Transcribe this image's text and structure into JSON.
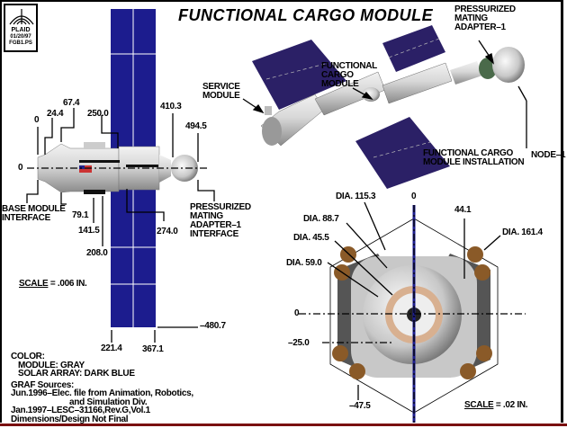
{
  "title": "FUNCTIONAL CARGO MODULE",
  "logo": {
    "name": "PLAID",
    "date": "01/20/97",
    "file": "FGB1.PS"
  },
  "side_view": {
    "dims_top": [
      "0",
      "24.4",
      "67.4",
      "250.0",
      "410.3",
      "494.5"
    ],
    "axis_zero": "0",
    "dims_bottom": [
      "79.1",
      "141.5",
      "208.0",
      "274.0"
    ],
    "base_label": [
      "BASE MODULE",
      "INTERFACE"
    ],
    "pma_label": [
      "PRESSURIZED",
      "MATING",
      "ADAPTER–1",
      "INTERFACE"
    ],
    "array_dims": [
      "–480.7",
      "221.4",
      "367.1"
    ],
    "scale_word": "SCALE",
    "scale_value": "= .006 IN."
  },
  "installation_view": {
    "service_module": [
      "SERVICE",
      "MODULE"
    ],
    "fcm": [
      "FUNCTIONAL",
      "CARGO",
      "MODULE"
    ],
    "pma": [
      "PRESSURIZED",
      "MATING",
      "ADAPTER–1"
    ],
    "node": "NODE–1",
    "caption": [
      "FUNCTIONAL CARGO",
      "MODULE INSTALLATION"
    ]
  },
  "end_view": {
    "dia": [
      "DIA. 115.3",
      "DIA. 88.7",
      "DIA. 45.5",
      "DIA. 59.0",
      "DIA. 161.4"
    ],
    "top_zero": "0",
    "left_zero": "0",
    "offset_44": "44.1",
    "offset_25": "–25.0",
    "offset_47": "–47.5",
    "scale_word": "SCALE",
    "scale_value": "= .02 IN."
  },
  "notes": {
    "color_head": "COLOR:",
    "module": "MODULE: GRAY",
    "array": "SOLAR ARRAY: DARK BLUE",
    "sources_head": "GRAF Sources:",
    "src1": "Jun.1996–Elec. file from Animation, Robotics,",
    "src1b": "and Simulation Div.",
    "src2": "Jan.1997–LESC–31166,Rev.G,Vol.1",
    "final": "Dimensions/Design Not Final"
  },
  "colors": {
    "module": "#c8c8c8",
    "solar_array": "#1c1c8e",
    "axis": "#000000",
    "border_bottom": "#7a1010"
  }
}
